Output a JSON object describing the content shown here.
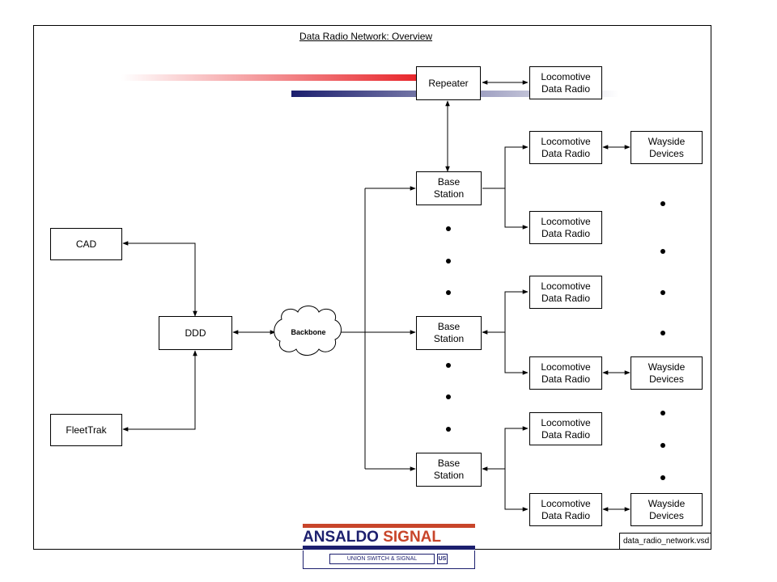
{
  "title": "Data Radio Network: Overview",
  "nodes": {
    "repeater": "Repeater",
    "cad": "CAD",
    "ddd": "DDD",
    "fleettrak": "FleetTrak",
    "backbone": "Backbone",
    "base_station_1": "Base\nStation",
    "base_station_2": "Base\nStation",
    "base_station_3": "Base\nStation",
    "loco_repeater": "Locomotive\nData Radio",
    "loco_1a": "Locomotive\nData Radio",
    "loco_1b": "Locomotive\nData Radio",
    "loco_2a": "Locomotive\nData Radio",
    "loco_2b": "Locomotive\nData Radio",
    "loco_3a": "Locomotive\nData Radio",
    "loco_3b": "Locomotive\nData Radio",
    "wayside_1": "Wayside\nDevices",
    "wayside_2": "Wayside\nDevices",
    "wayside_3": "Wayside\nDevices"
  },
  "filename": "data_radio_network.vsd",
  "logo": {
    "word1": "ANSALDO",
    "word2": "SIGNAL",
    "subtitle": "UNION SWITCH & SIGNAL",
    "mark": "US"
  },
  "colors": {
    "accent_red": "#e8262b",
    "accent_blue": "#1c1f6e",
    "logo_red": "#c8452a"
  }
}
